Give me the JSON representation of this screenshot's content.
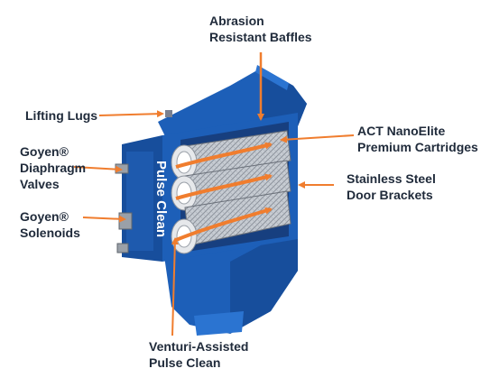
{
  "labels": {
    "abrasion_baffles": "Abrasion\nResistant Baffles",
    "lifting_lugs": "Lifting Lugs",
    "diaphragm_valves": "Goyen®\nDiaphragm\nValves",
    "solenoids": "Goyen®\nSolenoids",
    "cartridges": "ACT NanoElite\nPremium Cartridges",
    "door_brackets": "Stainless Steel\nDoor Brackets",
    "venturi": "Venturi-Assisted\nPulse Clean",
    "pulse_clean": "Pulse Clean"
  },
  "colors": {
    "housing_blue": "#1d5fb8",
    "housing_dark": "#174e9c",
    "housing_light": "#2b74d1",
    "arrow_orange": "#f07d2e",
    "cartridge_gray": "#b9bec6",
    "text_dark": "#1f2a3a"
  }
}
